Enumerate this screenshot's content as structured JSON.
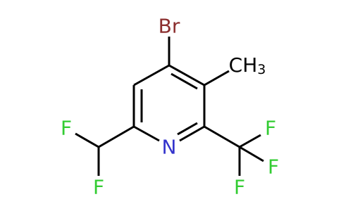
{
  "molecule": {
    "atoms": {
      "bromine": {
        "symbol": "Br",
        "color": "#8B2E2E"
      },
      "methyl": {
        "symbol": "CH",
        "subscript": "3",
        "color": "#000000"
      },
      "nitrogen": {
        "symbol": "N",
        "color": "#3333CC"
      },
      "chf2_f_top": {
        "symbol": "F",
        "color": "#33CC33"
      },
      "chf2_f_bottom": {
        "symbol": "F",
        "color": "#33CC33"
      },
      "cf3_f_top": {
        "symbol": "F",
        "color": "#33CC33"
      },
      "cf3_f_right": {
        "symbol": "F",
        "color": "#33CC33"
      },
      "cf3_f_bottom": {
        "symbol": "F",
        "color": "#33CC33"
      }
    },
    "bond_color": "#000000"
  }
}
